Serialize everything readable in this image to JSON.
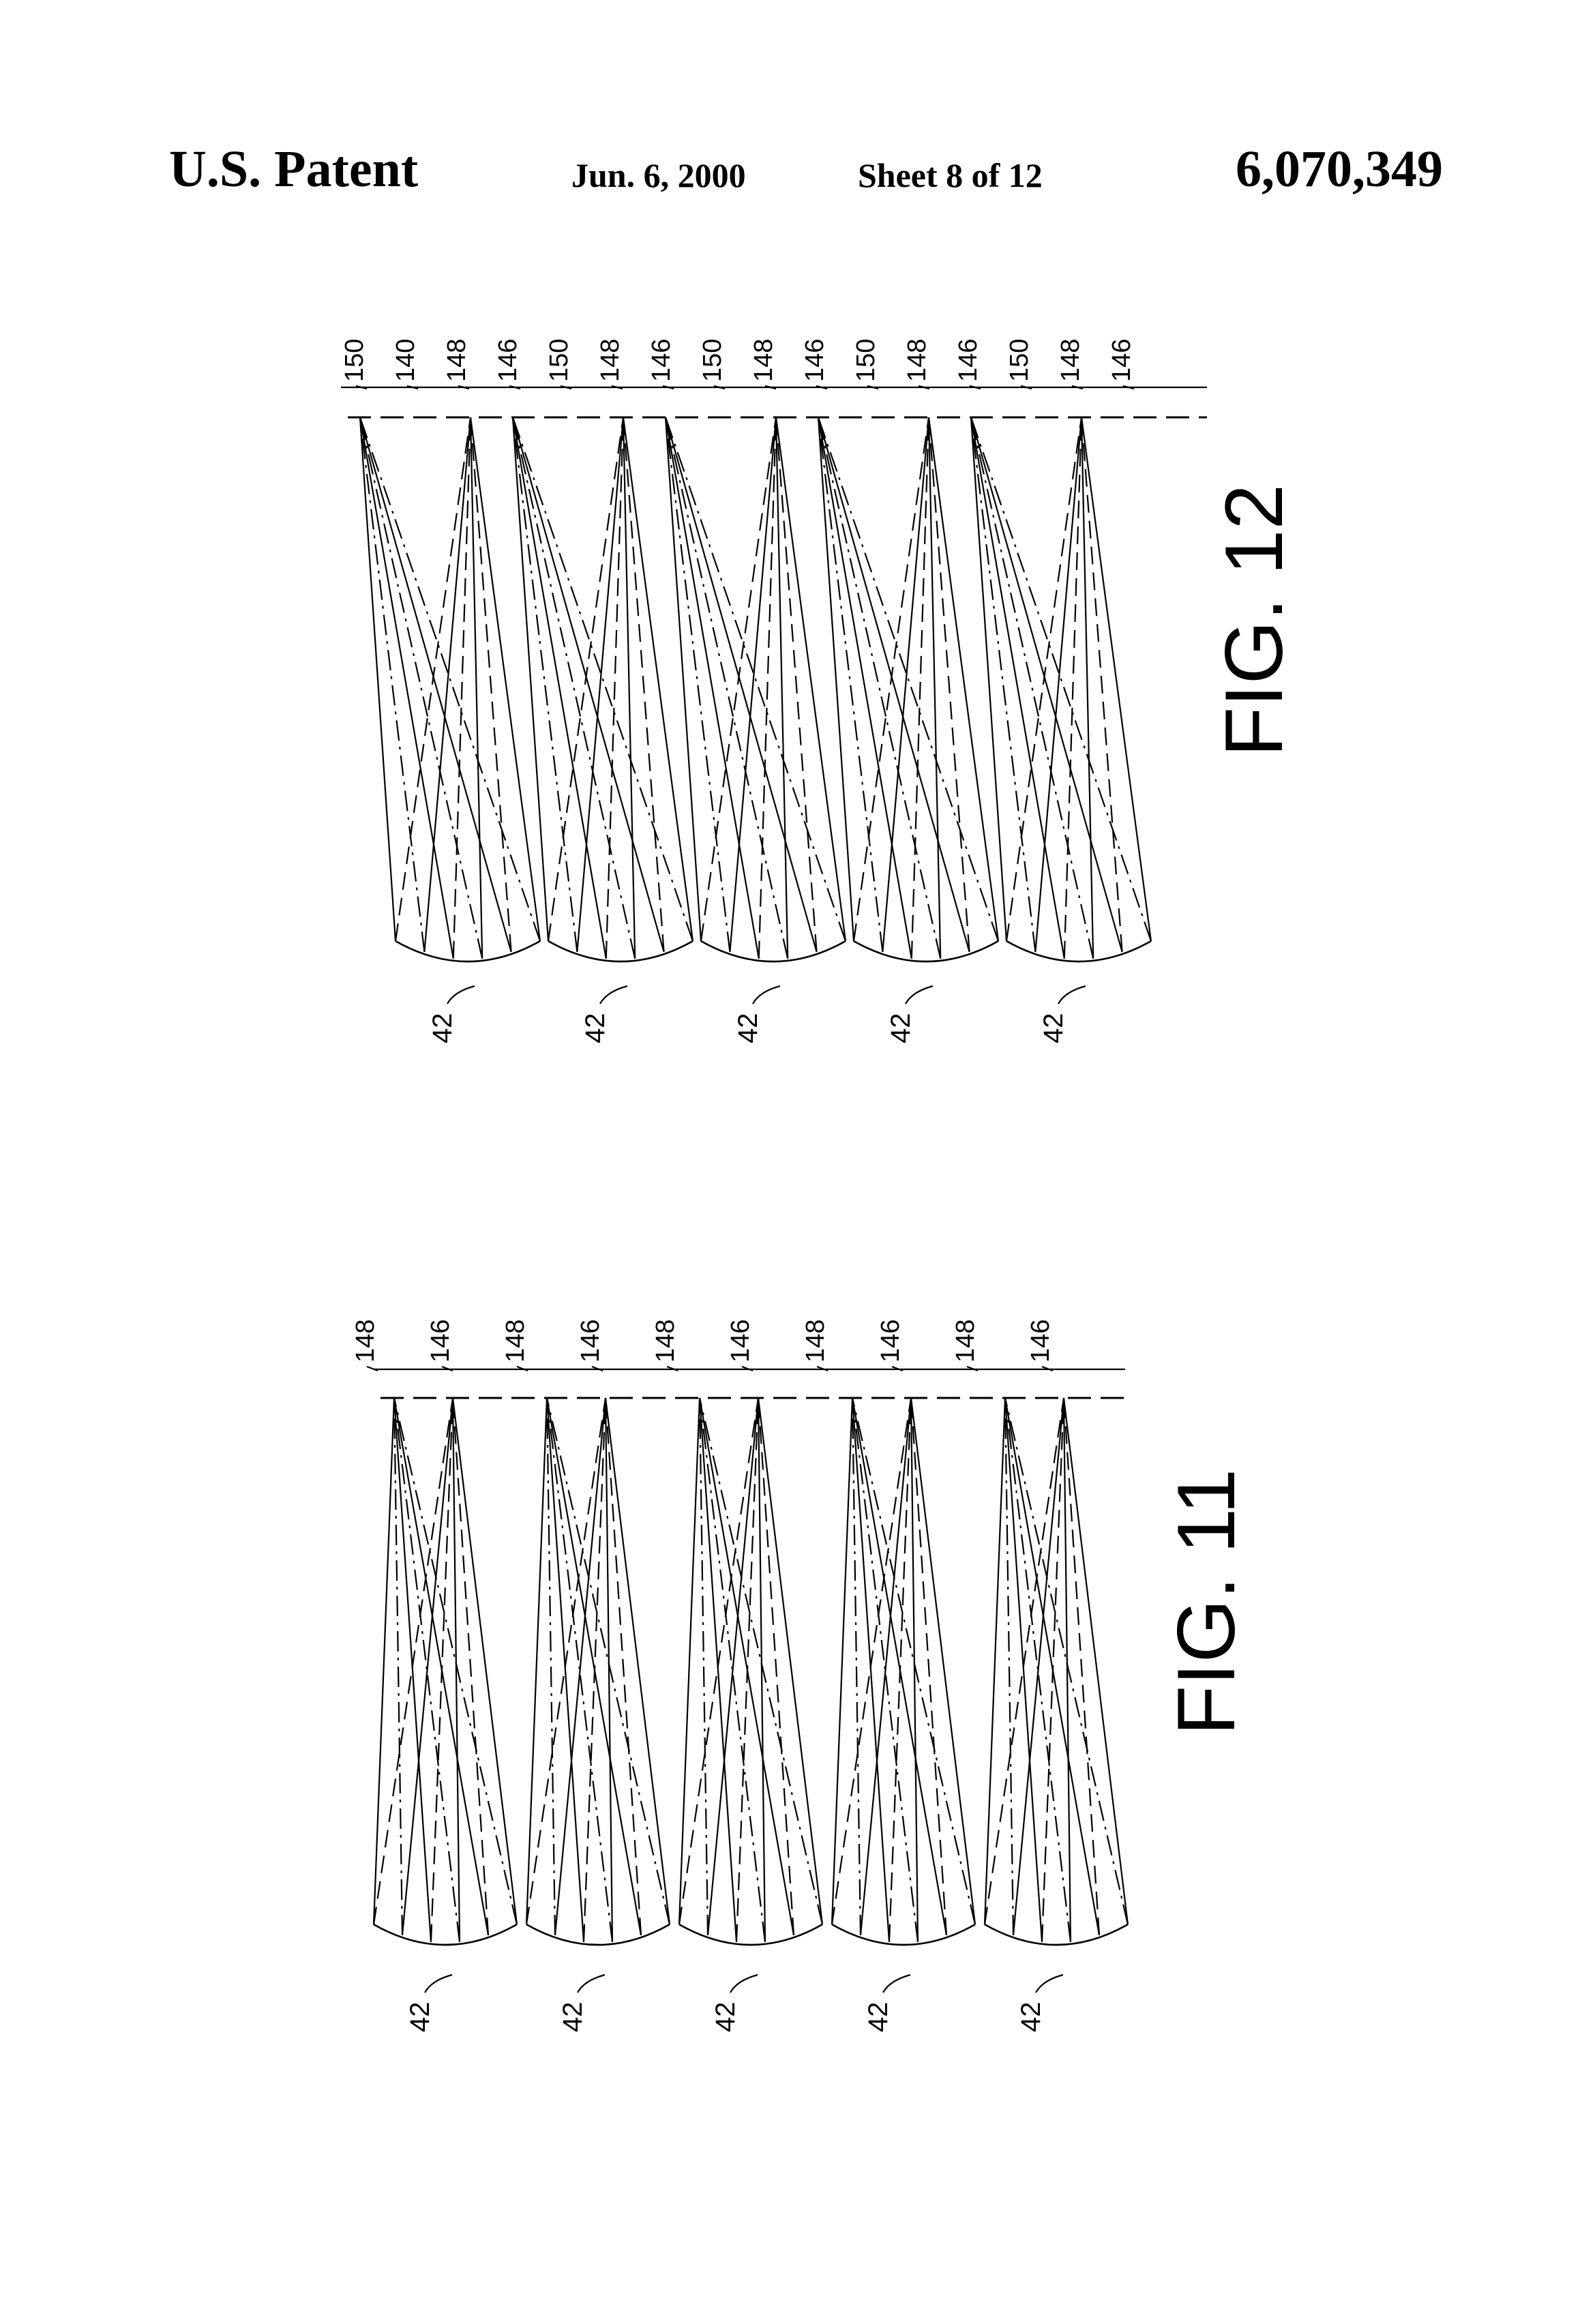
{
  "header": {
    "title": "U.S. Patent",
    "date": "Jun. 6, 2000",
    "sheet": "Sheet 8 of 12",
    "patent_number": "6,070,349"
  },
  "fig12": {
    "caption": "FIG. 12",
    "lens_count": 5,
    "lens_label": "42",
    "top_labels": [
      "150",
      "140",
      "148",
      "146",
      "150",
      "148",
      "146",
      "150",
      "148",
      "146",
      "150",
      "148",
      "146",
      "150",
      "148",
      "146"
    ]
  },
  "fig11": {
    "caption": "FIG. 11",
    "lens_count": 5,
    "lens_label": "42",
    "top_labels": [
      "148",
      "146",
      "148",
      "146",
      "148",
      "146",
      "148",
      "146",
      "148",
      "146"
    ]
  }
}
